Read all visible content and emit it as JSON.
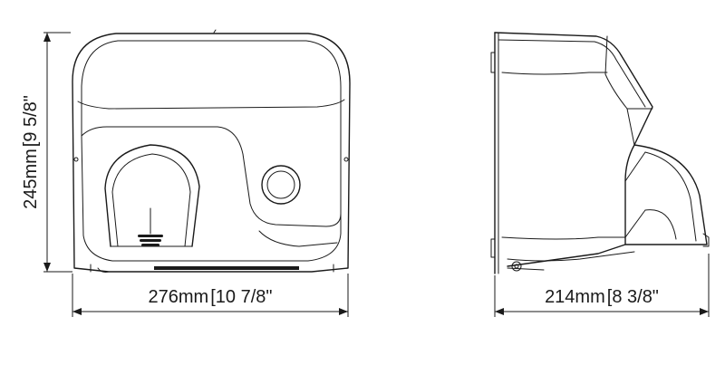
{
  "dimensions": {
    "height": {
      "metric": "245mm",
      "imperial": "9 5/8\""
    },
    "width": {
      "metric": "276mm",
      "imperial": "10 7/8\""
    },
    "depth": {
      "metric": "214mm",
      "imperial": "8 3/8\""
    }
  }
}
